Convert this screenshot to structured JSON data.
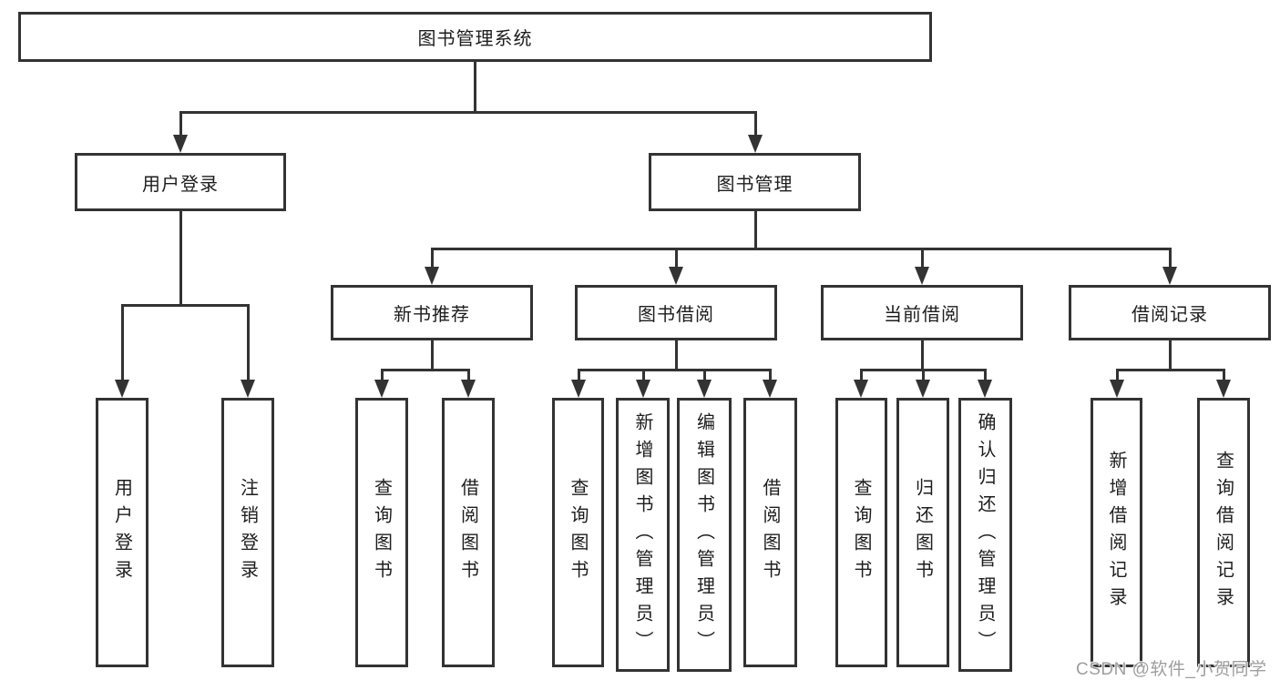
{
  "tree": {
    "label": "图书管理系统",
    "children": [
      {
        "label": "用户登录",
        "children": [
          {
            "label": "用户登录"
          },
          {
            "label": "注销登录"
          }
        ]
      },
      {
        "label": "图书管理",
        "children": [
          {
            "label": "新书推荐",
            "children": [
              {
                "label": "查询图书"
              },
              {
                "label": "借阅图书"
              }
            ]
          },
          {
            "label": "图书借阅",
            "children": [
              {
                "label": "查询图书"
              },
              {
                "label": "新增图书（管理员）"
              },
              {
                "label": "编辑图书（管理员）"
              },
              {
                "label": "借阅图书"
              }
            ]
          },
          {
            "label": "当前借阅",
            "children": [
              {
                "label": "查询图书"
              },
              {
                "label": "归还图书"
              },
              {
                "label": "确认归还（管理员）"
              }
            ]
          },
          {
            "label": "借阅记录",
            "children": [
              {
                "label": "新增借阅记录"
              },
              {
                "label": "查询借阅记录"
              }
            ]
          }
        ]
      }
    ]
  },
  "watermark": {
    "text": "CSDN @软件_小贺同学"
  },
  "colors": {
    "line": "#333333",
    "box_border": "#333333",
    "text": "#1d1d1d",
    "watermark": "#9e9e9e",
    "background": "#ffffff"
  }
}
